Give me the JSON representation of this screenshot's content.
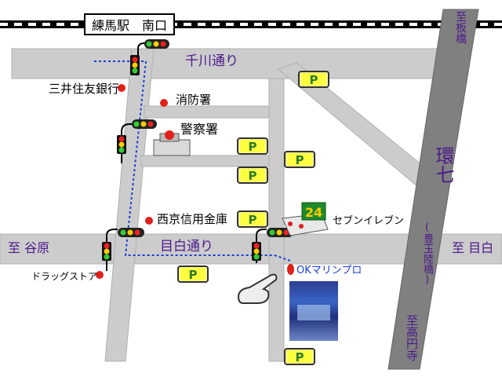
{
  "station": {
    "label": "練馬駅　南口"
  },
  "streets": {
    "senkawa": "千川通り",
    "mejiro": "目白通り"
  },
  "directions": {
    "itabashi": "至板橋",
    "yahara": "至 谷原",
    "mejiro": "至 目白",
    "takaido": "至高円寺"
  },
  "ring7": {
    "name": "環七",
    "alias": "(豊玉陸橋)"
  },
  "landmarks": {
    "bank": "三井住友銀行",
    "fire_station": "消防署",
    "police": "警察署",
    "credit_union": "西京信用金庫",
    "seven_eleven": "セブンイレブン",
    "drugstore": "ドラッグストア",
    "seven_eleven_sign": "24",
    "destination": "OKマリンプロ"
  },
  "parking": {
    "symbol": "P"
  },
  "colors": {
    "road": "#cccccc",
    "route": "#1a3fd6",
    "purple": "#4b1a8a",
    "marker": "#e0201a"
  }
}
